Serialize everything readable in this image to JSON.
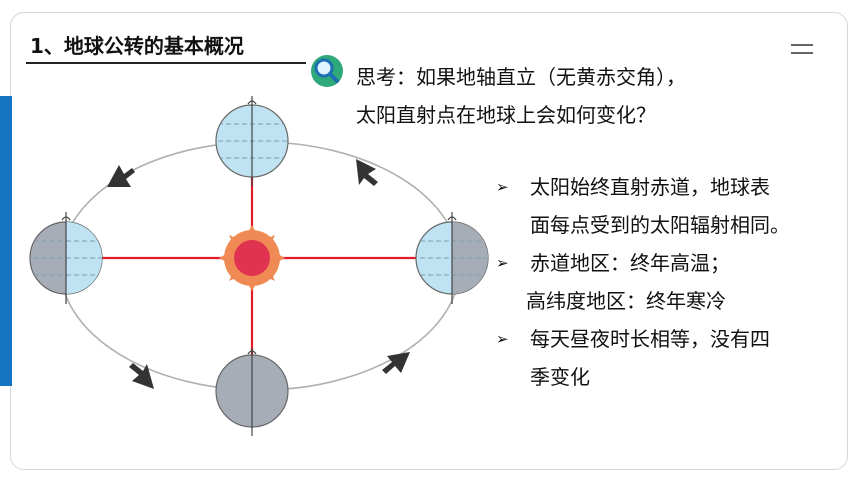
{
  "title": "1、地球公转的基本概况",
  "question": {
    "line1": "思考：如果地轴直立（无黄赤交角），",
    "line2": "太阳直射点在地球上会如何变化？"
  },
  "icons": {
    "search": "search-icon",
    "menu": "menu-icon",
    "bullet": "arrow-bullet-icon"
  },
  "points": [
    {
      "lines": [
        "太阳始终直射赤道，地球表",
        "面每点受到的太阳辐射相同。"
      ]
    },
    {
      "lines": [
        "赤道地区：终年高温；",
        "高纬度地区：终年寒冷"
      ]
    },
    {
      "lines": [
        "每天昼夜时长相等，没有四",
        "季变化"
      ]
    }
  ],
  "colors": {
    "accent_bar": "#1575c2",
    "orbit": "#b0b0b0",
    "sun_ray": "#e11d2a",
    "sun_core": "#e0334f",
    "sun_corona": "#f08a55",
    "earth_day": "#bfe3f3",
    "earth_night": "#a6adb6"
  }
}
